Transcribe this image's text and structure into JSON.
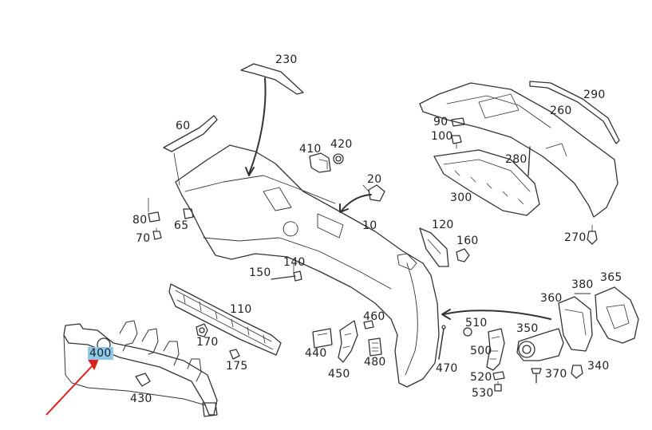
{
  "colors": {
    "line": "#333333",
    "highlight": "#8ec8ea",
    "arrow": "#e0201b"
  },
  "highlighted_part": "400",
  "labels": {
    "p10": "10",
    "p20": "20",
    "p60": "60",
    "p65": "65",
    "p70": "70",
    "p80": "80",
    "p90": "90",
    "p100": "100",
    "p110": "110",
    "p120": "120",
    "p140": "140",
    "p150": "150",
    "p160": "160",
    "p170": "170",
    "p175": "175",
    "p230": "230",
    "p260": "260",
    "p270": "270",
    "p280": "280",
    "p290": "290",
    "p300": "300",
    "p340": "340",
    "p350": "350",
    "p360": "360",
    "p365": "365",
    "p370": "370",
    "p380": "380",
    "p400": "400",
    "p410": "410",
    "p420": "420",
    "p430": "430",
    "p440": "440",
    "p450": "450",
    "p460": "460",
    "p470": "470",
    "p480": "480",
    "p500": "500",
    "p510": "510",
    "p520": "520",
    "p530": "530"
  }
}
